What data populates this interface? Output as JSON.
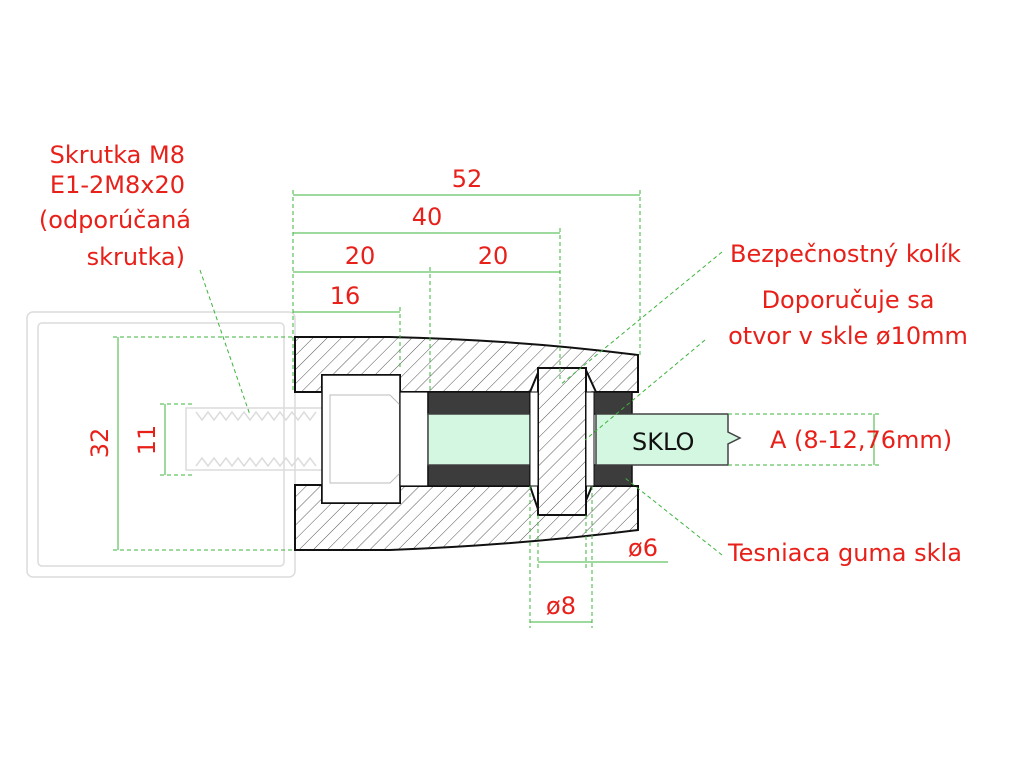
{
  "labels": {
    "screw_line1": "Skrutka M8",
    "screw_line2": "E1-2M8x20",
    "screw_line3": "(odporúčaná",
    "screw_line4": "skrutka)",
    "pin": "Bezpečnostný kolík",
    "hole_line1": "Doporučuje sa",
    "hole_line2": "otvor v skle ø10mm",
    "glass": "SKLO",
    "thickness": "A (8-12,76mm)",
    "gasket": "Tesniaca guma skla"
  },
  "dimensions": {
    "d52": "52",
    "d40": "40",
    "d20a": "20",
    "d20b": "20",
    "d16": "16",
    "d32": "32",
    "d11": "11",
    "d6": "ø6",
    "d8": "ø8"
  },
  "colors": {
    "label": "#e8201a",
    "dimension": "#3cb33c",
    "glass": "#d3f7e0"
  }
}
